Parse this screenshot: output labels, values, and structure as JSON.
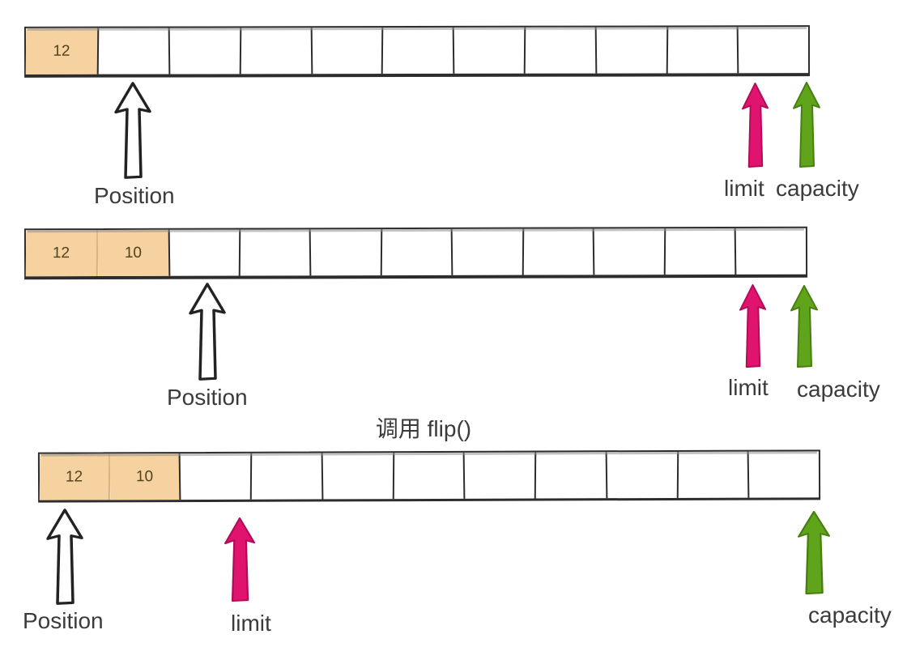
{
  "title": "调用 flip()",
  "colors": {
    "cell_fill": "#F5D2A0",
    "cell_border": "#2d2d2d",
    "cell_number_text": "#53431d",
    "position_arrow_fill": "#ffffff",
    "position_arrow_stroke": "#222222",
    "limit_arrow": "#E0136E",
    "capacity_arrow": "#5FA41B",
    "label_text": "#3b3b3b"
  },
  "diagrams": [
    {
      "cells": [
        "12",
        "",
        "",
        "",
        "",
        "",
        "",
        "",
        "",
        "",
        ""
      ],
      "filled_count": 1,
      "pointers": {
        "position": "Position",
        "limit": "limit",
        "capacity": "capacity"
      }
    },
    {
      "cells": [
        "12",
        "10",
        "",
        "",
        "",
        "",
        "",
        "",
        "",
        "",
        ""
      ],
      "filled_count": 2,
      "pointers": {
        "position": "Position",
        "limit": "limit",
        "capacity": "capacity"
      }
    },
    {
      "title": "调用 flip()",
      "cells": [
        "12",
        "10",
        "",
        "",
        "",
        "",
        "",
        "",
        "",
        "",
        ""
      ],
      "filled_count": 2,
      "pointers": {
        "position": "Position",
        "limit": "limit",
        "capacity": "capacity"
      }
    }
  ]
}
